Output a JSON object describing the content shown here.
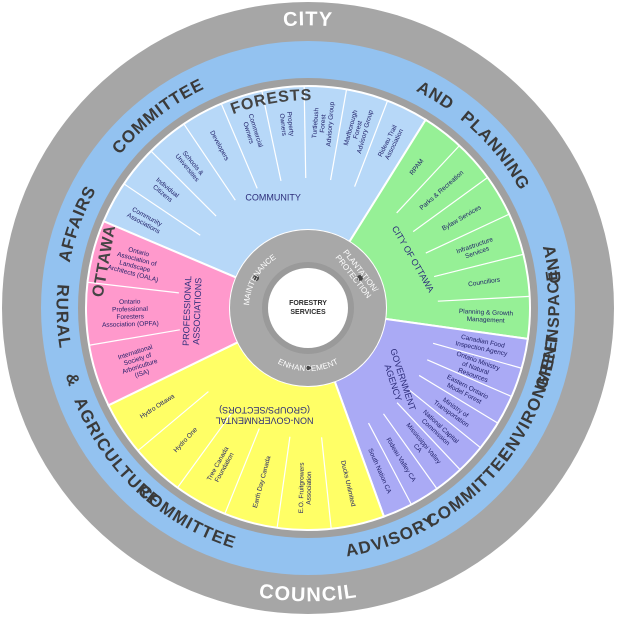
{
  "outer_ring": {
    "words": [
      "CITY",
      "AND",
      "PLANNING",
      "AND",
      "GREENSPACE",
      "ENVIRONMENT",
      "COMMITTEE",
      "ADVISORY",
      "COUNCIL",
      "COMMITTEE",
      "AGRICULTURE",
      "&",
      "RURAL",
      "AFFAIRS",
      "COMMITTEE"
    ],
    "color": "#a6a6a6"
  },
  "middle_ring": {
    "words": [
      "FORESTS",
      "OTTAWA"
    ],
    "color": "#93c2f0"
  },
  "sectors": [
    {
      "id": "community",
      "label": "COMMUNITY",
      "color": "#b7d8f8",
      "members": [
        "Community Associations",
        "Individual Citizens",
        "Schools & Universities",
        "Developers",
        "Commercial Owners",
        "Property Owners",
        "Turtlebush Forest Advisory Group",
        "Marlborough Forest Advisory Group",
        "Rideau Trail Association"
      ]
    },
    {
      "id": "city-of-ottawa",
      "label": "CITY OF OTTAWA",
      "color": "#96f096",
      "members": [
        "RPAM",
        "Parks & Recreation",
        "Bylaw Services",
        "Infrastructure Services",
        "Councillors",
        "Planning & Growth Management"
      ]
    },
    {
      "id": "government-agency",
      "label": "GOVERNMENT AGENCY",
      "color": "#aaaaf5",
      "members": [
        "Canadian Food Inspection Agency",
        "Ontario Ministry of Natural Resources",
        "Eastern Ontario Model Forest",
        "Ministry of Transportation",
        "National Capital Commission",
        "Mississippi Valley CA",
        "Rideau Valley CA",
        "South Nation CA"
      ]
    },
    {
      "id": "non-governmental-groups",
      "label": "NON-GOVERNMENTAL GROUPS/SECTORS",
      "color": "#ffff66",
      "members": [
        "Ducks Unlimited",
        "E.O. Fruitgrowers Association",
        "Earth Day Canada",
        "Tree Canada Foundation",
        "Hydro One",
        "Hydro Ottawa"
      ]
    },
    {
      "id": "professional-associations",
      "label": "PROFESSIONAL ASSOCIATIONS",
      "color": "#ff99cc",
      "members": [
        "International Society of Arboriculture (ISA)",
        "Ontario Professional Foresters Association (OPFA)",
        "Ontario Association of Landscape Architects (OALA)"
      ]
    }
  ],
  "hub": {
    "center_label": "FORESTRY SERVICES",
    "ring_labels": [
      "MAINTENANCE",
      "PLANTATION / PROTECTION",
      "ENHANCEMENT"
    ]
  }
}
